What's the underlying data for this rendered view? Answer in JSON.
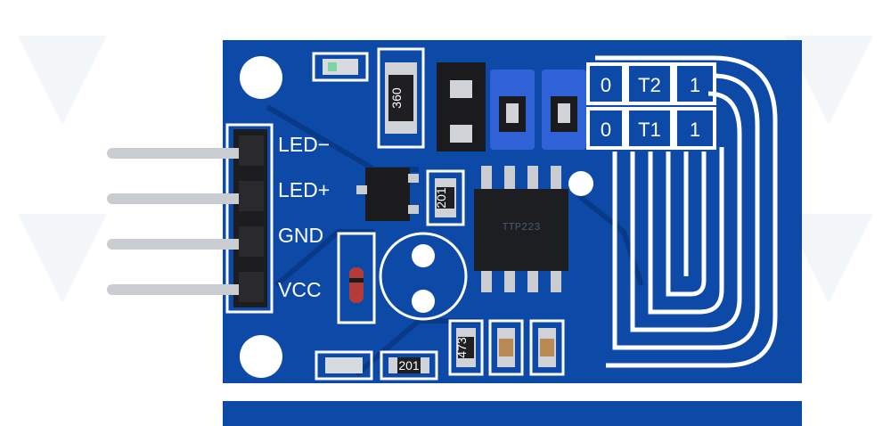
{
  "scene": {
    "description_colors": {
      "pcb": "#0d4aa8",
      "pcb_dark": "#083a88",
      "silkscreen": "#ffffff",
      "jumper": "#2f62d6",
      "pin": "#c9ccd1",
      "header": "#1d1d1f",
      "chip": "#1c1e22"
    }
  },
  "pins": {
    "labels": [
      "LED−",
      "LED+",
      "GND",
      "VCC"
    ]
  },
  "config_grid": {
    "row1": [
      "0",
      "T2",
      "1"
    ],
    "row2": [
      "0",
      "T1",
      "1"
    ]
  },
  "resistor_main": {
    "marking": "360"
  },
  "resistor_small_1": {
    "marking": "201"
  },
  "resistor_small_2": {
    "marking": "201"
  },
  "resistor_small_3": {
    "marking": "473"
  },
  "chip": {
    "marking_1": "TTP223",
    "marking_2": ""
  }
}
